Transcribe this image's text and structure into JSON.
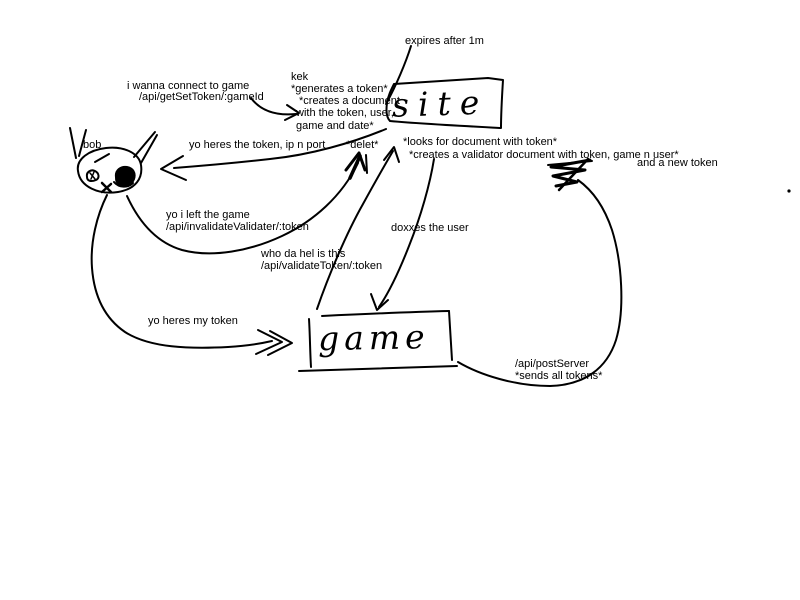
{
  "canvas": {
    "background_color": "#ffffff",
    "ink_color": "#000000"
  },
  "nodes": {
    "site": "site",
    "game": "game",
    "cat_name": "bob"
  },
  "labels": {
    "expires": "expires after 1m",
    "connect_line1": "i wanna connect to game",
    "connect_line2": "/api/getSetToken/:gameId",
    "kek_line1": "kek",
    "kek_line2": "*generates a token*",
    "kek_line3": "*creates a document",
    "kek_line4": "with the token, user,",
    "kek_line5": "game and date*",
    "heres_token": "yo heres the token, ip n port",
    "delet": "*delet*",
    "looks_for_document": "*looks for document with token*",
    "creates_validator": "*creates a validator document with token, game n user*",
    "new_token": "and a new token",
    "left_game_line1": "yo i left the game",
    "left_game_line2": "/api/invalidateValidater/:token",
    "who_line1": "who da hel is this",
    "who_line2": "/api/validateToken/:token",
    "doxxes": "doxxes the user",
    "my_token": "yo heres my token",
    "post_server_line1": "/api/postServer",
    "post_server_line2": "*sends all tokens*"
  }
}
